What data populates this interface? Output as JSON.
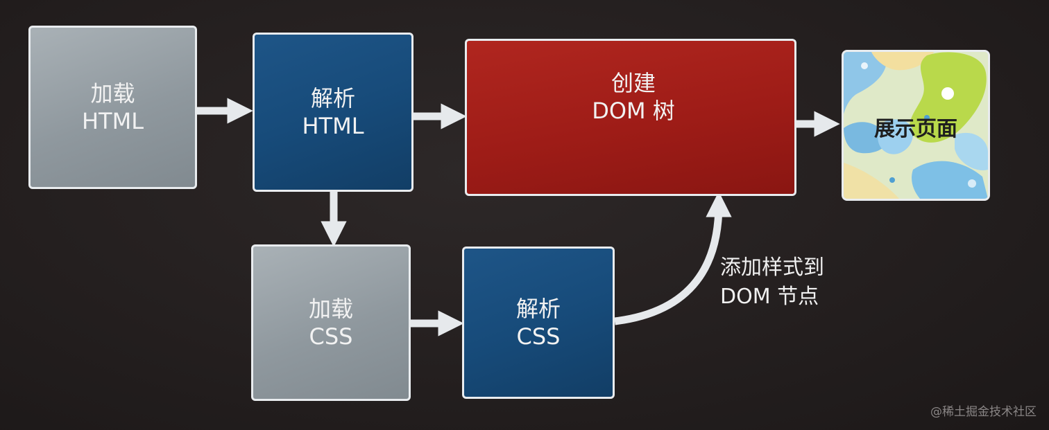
{
  "boxes": {
    "load_html": {
      "line1": "加载",
      "line2": "HTML"
    },
    "parse_html": {
      "line1": "解析",
      "line2": "HTML"
    },
    "create_dom": {
      "line1": "创建",
      "line2": "DOM 树"
    },
    "display_page": {
      "label": "展示页面"
    },
    "load_css": {
      "line1": "加载",
      "line2": "CSS"
    },
    "parse_css": {
      "line1": "解析",
      "line2": "CSS"
    }
  },
  "annotation": {
    "line1": "添加样式到",
    "line2": "DOM 节点"
  },
  "watermark": "@稀土掘金技术社区",
  "colors": {
    "background": "#231f1f",
    "gray_box": "#959ea4",
    "blue_box": "#174b7a",
    "red_box": "#9e1c17",
    "arrow": "#e6e9ec",
    "border": "#e9ecef"
  }
}
